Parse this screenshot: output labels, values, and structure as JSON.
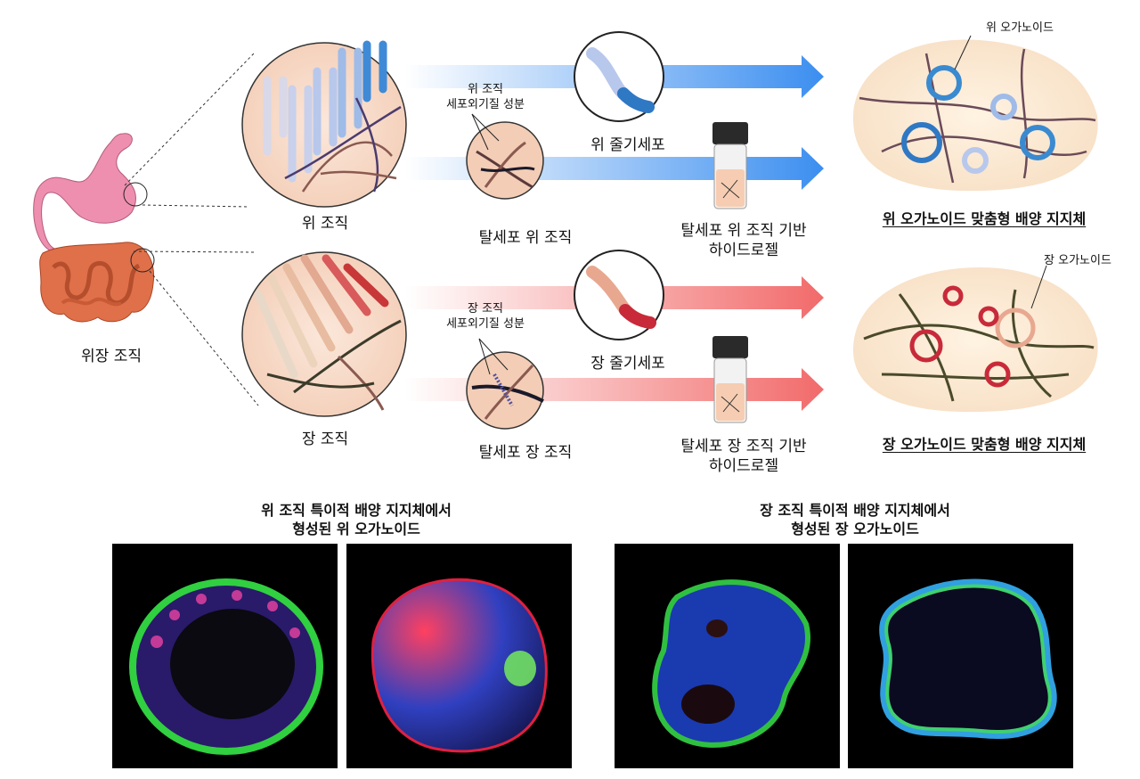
{
  "labels": {
    "gi_tissue": "위장 조직",
    "stomach_tissue": "위 조직",
    "intestine_tissue": "장 조직",
    "stomach_ecm": "위 조직\n세포외기질 성분",
    "intestine_ecm": "장 조직\n세포외기질 성분",
    "decell_stomach": "탈세포 위 조직",
    "decell_intestine": "탈세포 장 조직",
    "stomach_stem_cell": "위 줄기세포",
    "intestine_stem_cell": "장 줄기세포",
    "stomach_hydrogel": "탈세포 위 조직 기반\n하이드로젤",
    "intestine_hydrogel": "탈세포 장 조직 기반\n하이드로젤",
    "stomach_organoid": "위 오가노이드",
    "intestine_organoid": "장 오가노이드",
    "stomach_scaffold": "위 오가노이드 맞춤형 배양 지지체",
    "intestine_scaffold": "장 오가노이드 맞춤형 배양 지지체",
    "stomach_micro_title": "위 조직 특이적 배양 지지체에서\n형성된 위 오가노이드",
    "intestine_micro_title": "장 조직 특이적 배양 지지체에서\n형성된 장 오가노이드"
  },
  "colors": {
    "stomach_arrow": "#3b8ef0",
    "intestine_arrow": "#f26a6a",
    "stomach_organ": "#ee8fb0",
    "intestine_organ": "#e0704a",
    "tissue_bg": "#f7dccb"
  },
  "icons": [
    "stomach-icon",
    "intestine-icon",
    "vial-icon",
    "organoid-icon",
    "arrow-right-icon"
  ]
}
